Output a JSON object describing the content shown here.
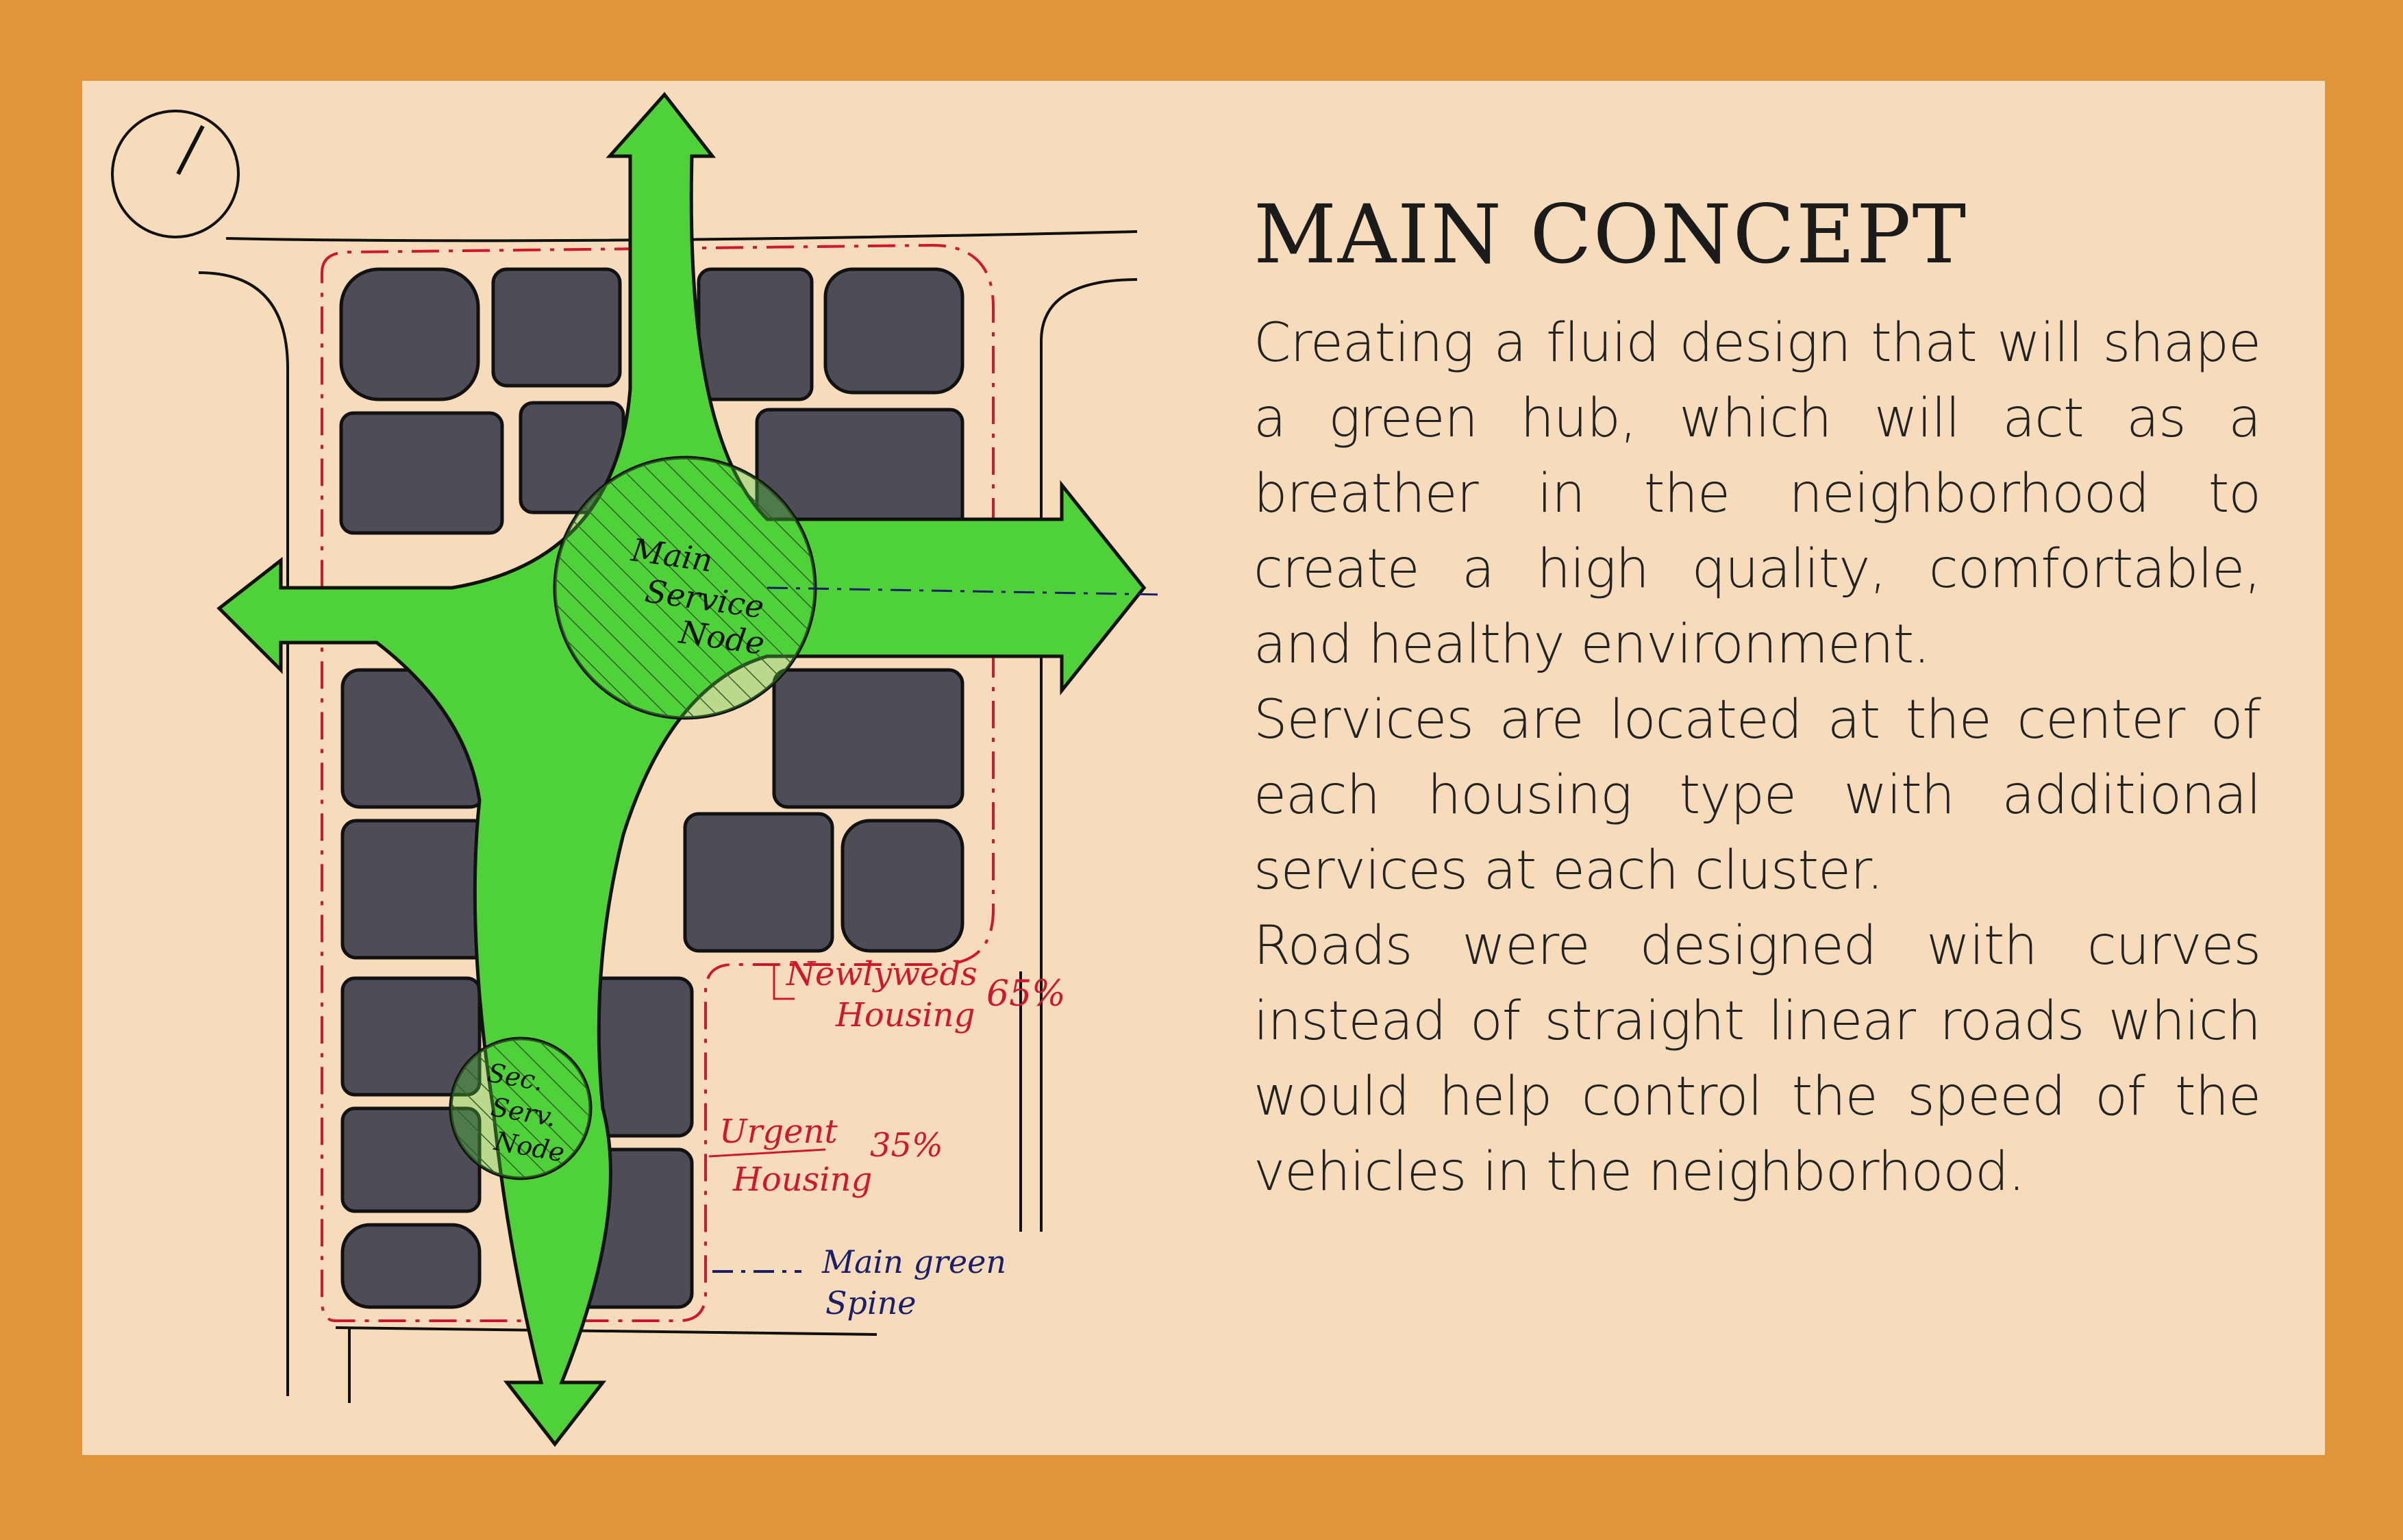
{
  "title": "MAIN CONCEPT",
  "paragraphs": [
    "Creating a fluid design that will shape a green hub, which will act as a breather in the neighborhood to create a high quality, comfortable, and healthy environment.",
    "Services are located at the center of each housing type with additional services at each cluster.",
    "Roads were designed with curves instead of straight linear roads which would help control the speed of the vehicles in the neighborhood."
  ],
  "sketch": {
    "main_node_label": [
      "Main",
      "Service",
      "Node"
    ],
    "sec_node_label": [
      "Sec.",
      "Serv.",
      "Node"
    ],
    "newlyweds_label": [
      "Newlyweds",
      "Housing"
    ],
    "newlyweds_pct": "65%",
    "urgent_label": [
      "Urgent",
      "Housing"
    ],
    "urgent_pct": "35%",
    "spine_label": [
      "Main green",
      "Spine"
    ]
  },
  "colors": {
    "background": "#e0953a",
    "panel": "#f6dcbb",
    "green": "#4fd13a",
    "blocks": "#4d4c57",
    "red": "#d0182b",
    "blue": "#1b1f6b"
  }
}
